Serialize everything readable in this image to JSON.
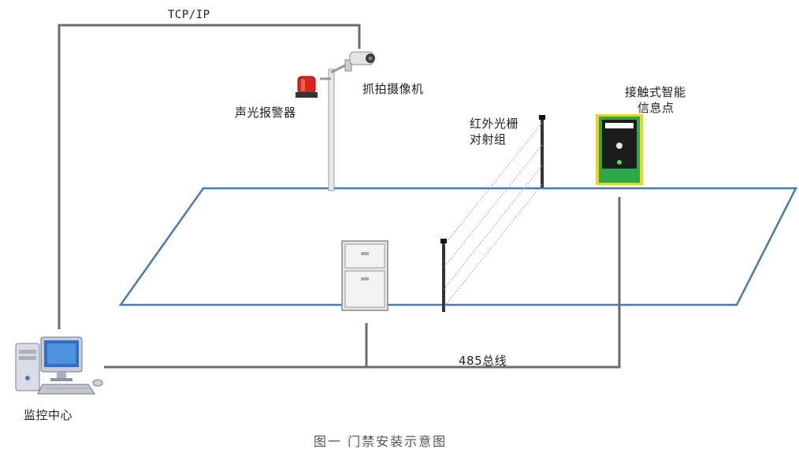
{
  "labels": {
    "tcp_ip": "TCP/IP",
    "camera": "抓拍摄像机",
    "alarm": "声光报警器",
    "infrared_line1": "红外光栅",
    "infrared_line2": "对射组",
    "info_point_line1": "接触式智能",
    "info_point_line2": "信息点",
    "bus": "485总线",
    "monitor_center": "监控中心"
  },
  "caption": "图一 门禁安装示意图",
  "colors": {
    "floor_outline": "#4a78b5",
    "cable": "#6b6b6b",
    "info_point_body": "#2aa84a",
    "info_point_border": "#f2d21a",
    "alarm_red": "#d8251b"
  },
  "icons": {
    "computer": "desktop-computer-icon",
    "camera": "surveillance-camera-icon",
    "alarm": "warning-light-icon"
  }
}
